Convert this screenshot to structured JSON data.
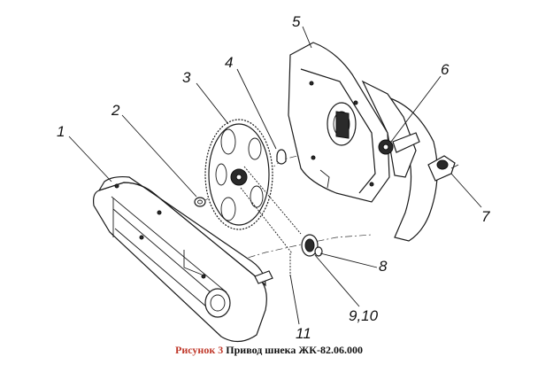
{
  "figure": {
    "callouts": [
      {
        "id": "1",
        "text": "1"
      },
      {
        "id": "2",
        "text": "2"
      },
      {
        "id": "3",
        "text": "3"
      },
      {
        "id": "4",
        "text": "4"
      },
      {
        "id": "5",
        "text": "5"
      },
      {
        "id": "6",
        "text": "6"
      },
      {
        "id": "7",
        "text": "7"
      },
      {
        "id": "8",
        "text": "8"
      },
      {
        "id": "9-10",
        "text": "9,10"
      },
      {
        "id": "11",
        "text": "11"
      }
    ]
  },
  "caption": {
    "label": "Рисунок 3",
    "text": "Привод шнека ЖК-82.06.000"
  }
}
